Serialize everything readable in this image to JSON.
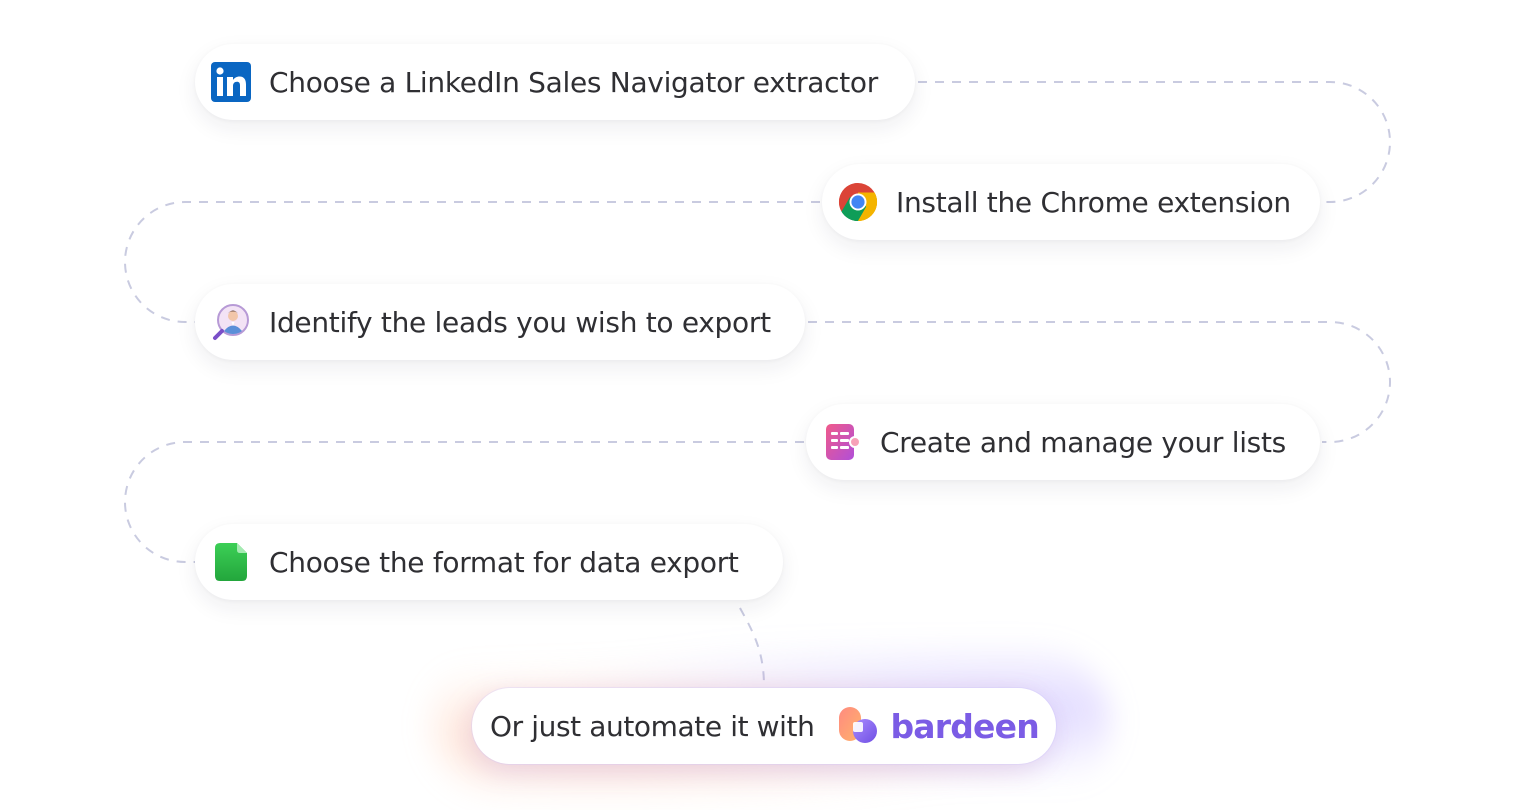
{
  "steps": [
    {
      "label": "Choose a LinkedIn Sales Navigator extractor",
      "icon": "linkedin-icon"
    },
    {
      "label": "Install the Chrome extension",
      "icon": "chrome-icon"
    },
    {
      "label": "Identify the leads you wish to export",
      "icon": "lead-search-icon"
    },
    {
      "label": "Create and manage your lists",
      "icon": "list-icon"
    },
    {
      "label": "Choose the format for data export",
      "icon": "file-icon"
    }
  ],
  "automate": {
    "label": "Or just automate it with",
    "brand_name": "bardeen",
    "brand_icon": "bardeen-logo-icon",
    "brand_color": "#7b5ce5"
  },
  "colors": {
    "connector": "#c9cbe0",
    "linkedin": "#0a66c2",
    "file_green": "#2fb84a",
    "list_pink": "#e0569a"
  }
}
